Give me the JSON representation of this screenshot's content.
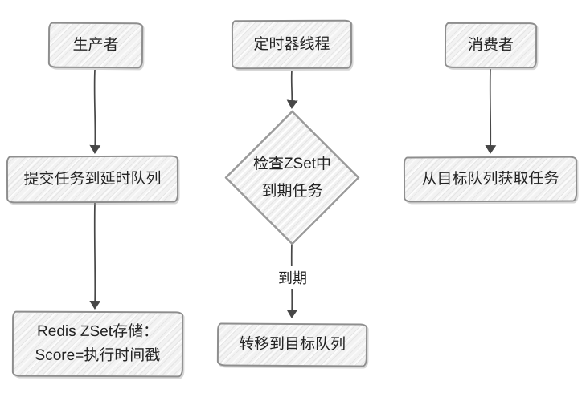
{
  "colors": {
    "background": "#ffffff",
    "node_fill": "#f2f2f2",
    "node_border": "#8e8e8e",
    "arrow": "#474747",
    "text": "#232323"
  },
  "nodes": {
    "producer": {
      "label": "生产者"
    },
    "submit_task": {
      "label": "提交任务到延时队列"
    },
    "redis_store": {
      "line1": "Redis ZSet存储：",
      "line2": "Score=执行时间戳"
    },
    "timer_thread": {
      "label": "定时器线程"
    },
    "check_zset": {
      "line1": "检查ZSet中",
      "line2": "到期任务"
    },
    "transfer": {
      "label": "转移到目标队列"
    },
    "consumer": {
      "label": "消费者"
    },
    "fetch_task": {
      "label": "从目标队列获取任务"
    }
  },
  "edge_labels": {
    "expired": "到期"
  }
}
